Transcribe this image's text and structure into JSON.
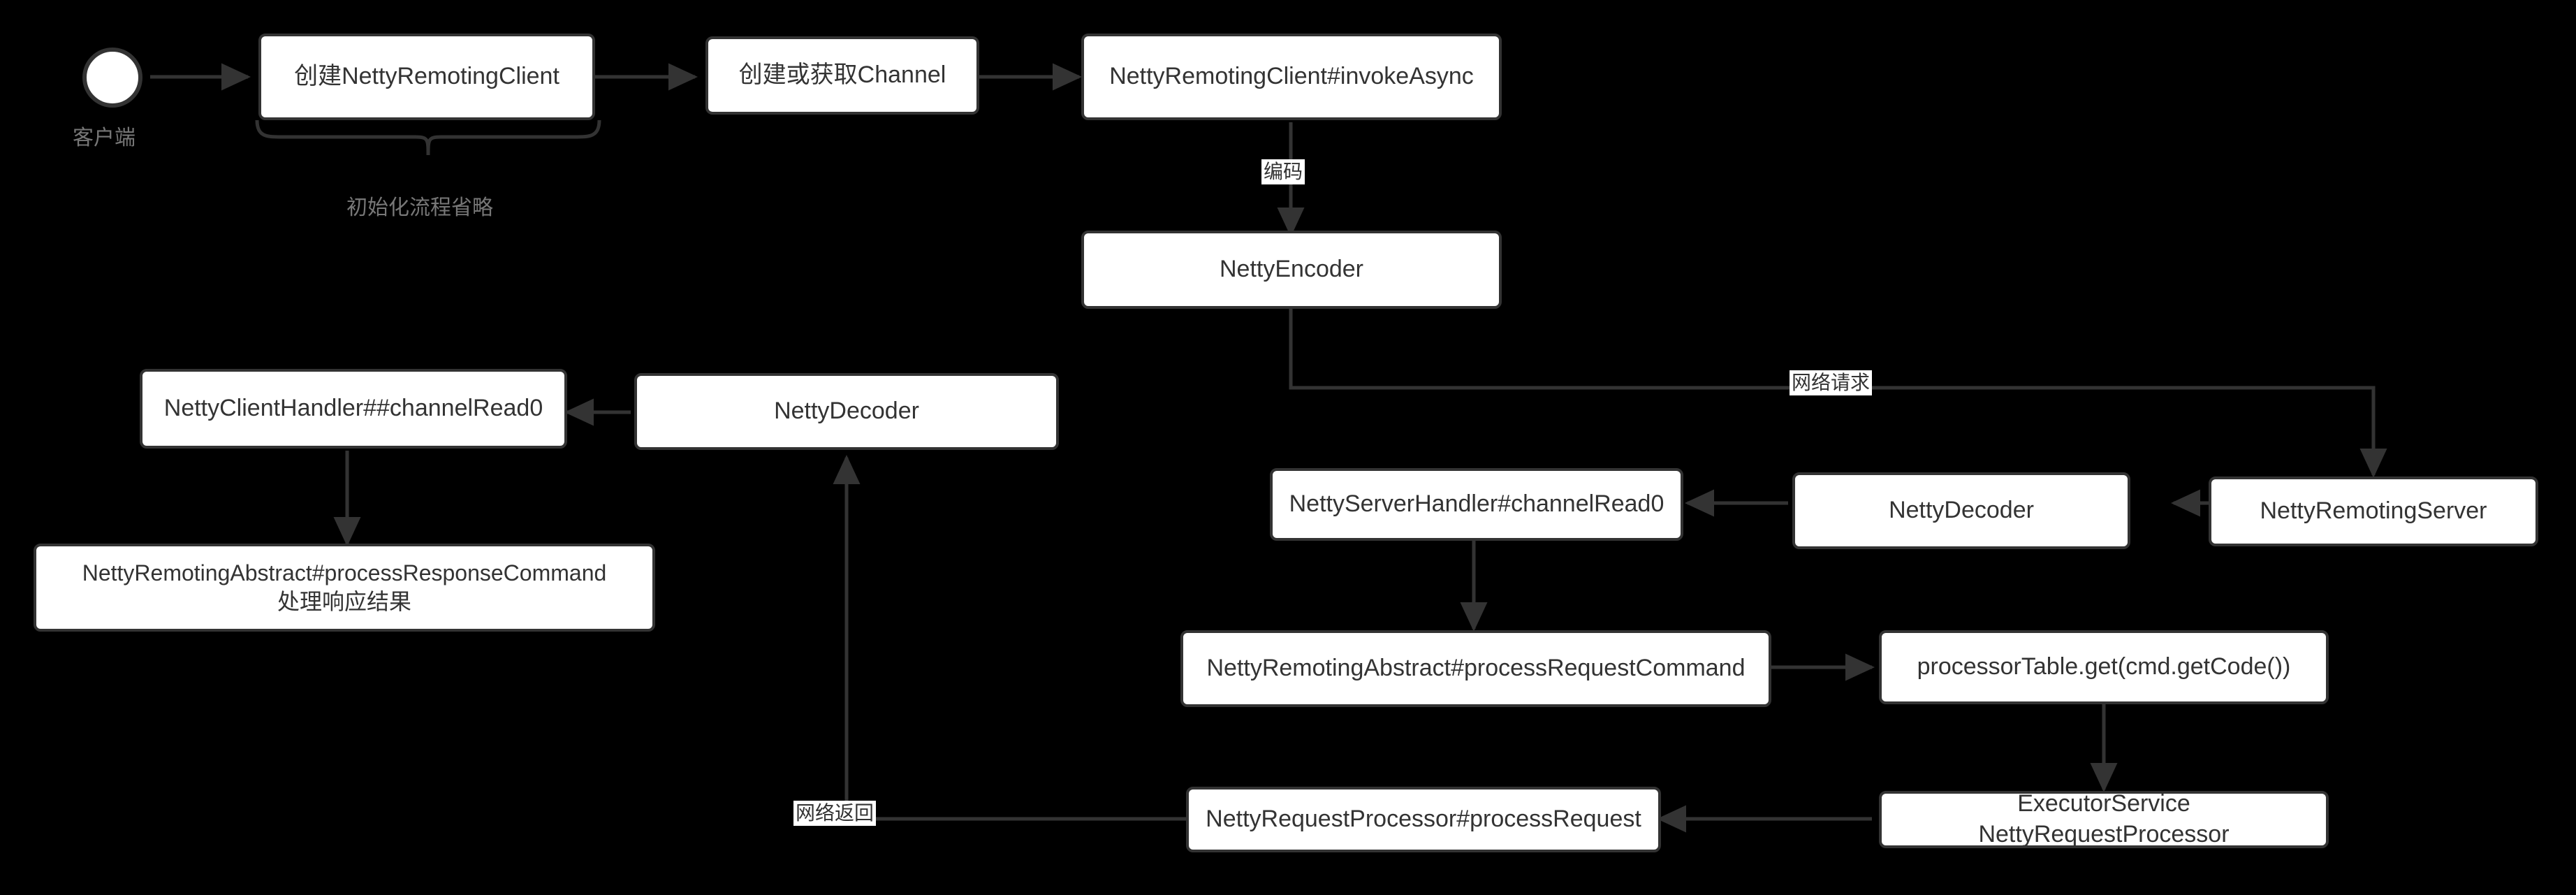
{
  "diagram": {
    "title": "NettyRemoting request flow",
    "background_color": "#000000",
    "node_fill": "#ffffff",
    "node_stroke": "#333333",
    "node_text_color": "#333333",
    "muted_text_color": "#777777",
    "start": {
      "name": "client-start",
      "caption": "客户端"
    },
    "nodes": [
      {
        "id": "create-client",
        "label": "创建NettyRemotingClient"
      },
      {
        "id": "create-channel",
        "label": "创建或获取Channel"
      },
      {
        "id": "invoke-async",
        "label": "NettyRemotingClient#invokeAsync"
      },
      {
        "id": "netty-encoder",
        "label": "NettyEncoder"
      },
      {
        "id": "netty-remoting-server",
        "label": "NettyRemotingServer"
      },
      {
        "id": "server-decoder",
        "label": "NettyDecoder"
      },
      {
        "id": "server-handler",
        "label": "NettyServerHandler#channelRead0"
      },
      {
        "id": "process-request-cmd",
        "label": "NettyRemotingAbstract#processRequestCommand"
      },
      {
        "id": "processor-table",
        "label": "processorTable.get(cmd.getCode())"
      },
      {
        "id": "executor-service",
        "label": "ExecutorService NettyRequestProcessor"
      },
      {
        "id": "process-request",
        "label": "NettyRequestProcessor#processRequest"
      },
      {
        "id": "client-decoder",
        "label": "NettyDecoder"
      },
      {
        "id": "client-handler",
        "label": "NettyClientHandler##channelRead0"
      },
      {
        "id": "process-response-cmd",
        "label": "NettyRemotingAbstract#processResponseCommand\n处理响应结果"
      }
    ],
    "edge_labels": [
      {
        "id": "encode-label",
        "text": "编码"
      },
      {
        "id": "network-request-label",
        "text": "网络请求"
      },
      {
        "id": "network-return-label",
        "text": "网络返回"
      }
    ],
    "annotations": [
      {
        "id": "init-omitted",
        "text": "初始化流程省略"
      }
    ]
  }
}
